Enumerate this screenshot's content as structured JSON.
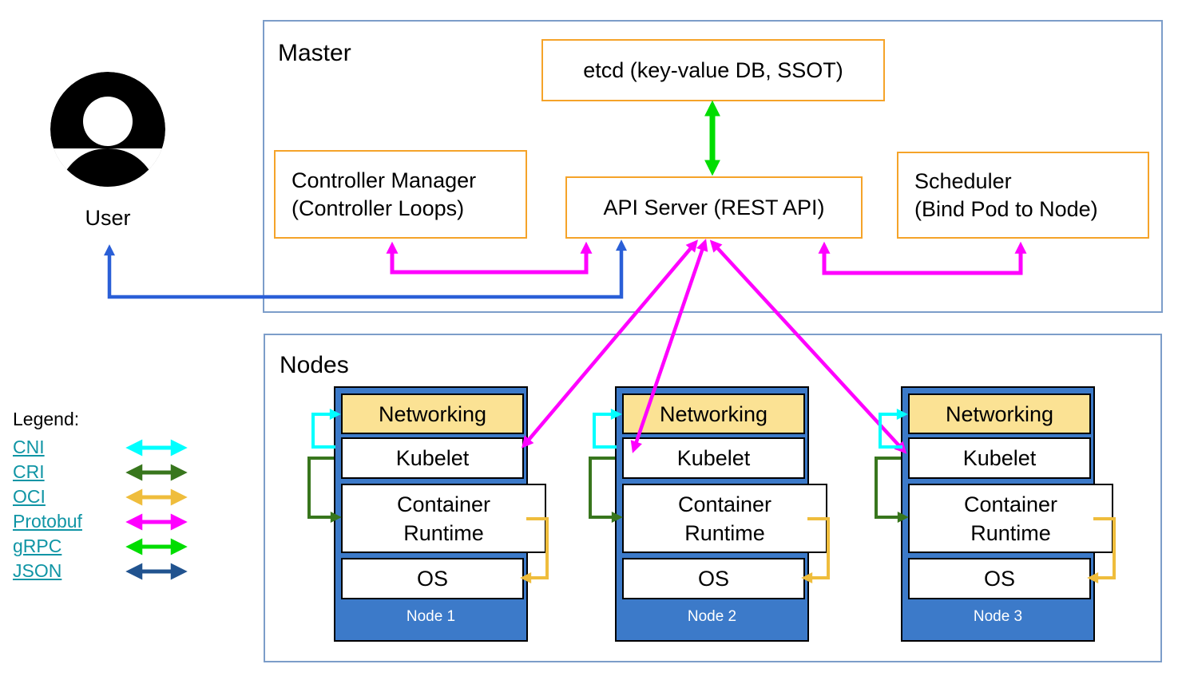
{
  "user": {
    "label": "User"
  },
  "master": {
    "title": "Master",
    "etcd_label": "etcd (key-value DB, SSOT)",
    "controller_manager_line1": "Controller Manager",
    "controller_manager_line2": "(Controller Loops)",
    "api_server_label": "API Server (REST API)",
    "scheduler_line1": "Scheduler",
    "scheduler_line2": "(Bind Pod to Node)"
  },
  "nodes_section": {
    "title": "Nodes",
    "nodes": [
      {
        "networking": "Networking",
        "kubelet": "Kubelet",
        "container_runtime": "Container Runtime",
        "os": "OS",
        "label": "Node 1"
      },
      {
        "networking": "Networking",
        "kubelet": "Kubelet",
        "container_runtime": "Container Runtime",
        "os": "OS",
        "label": "Node 2"
      },
      {
        "networking": "Networking",
        "kubelet": "Kubelet",
        "container_runtime": "Container Runtime",
        "os": "OS",
        "label": "Node 3"
      }
    ]
  },
  "legend": {
    "title": "Legend:",
    "items": [
      {
        "label": "CNI",
        "color": "#00FFFF"
      },
      {
        "label": "CRI",
        "color": "#38761D"
      },
      {
        "label": "OCI",
        "color": "#EFBD3C"
      },
      {
        "label": "Protobuf",
        "color": "#FF00FF"
      },
      {
        "label": "gRPC",
        "color": "#00DD00"
      },
      {
        "label": "JSON",
        "color": "#21538F"
      }
    ]
  },
  "colors": {
    "component_border_orange": "#F5A329",
    "section_border_blue": "#7C9DC9",
    "node_fill_blue": "#3C7AC9",
    "networking_fill": "#FBE294",
    "user_arrow_blue": "#2A5FD7",
    "legend_link_teal": "#1095A5"
  }
}
